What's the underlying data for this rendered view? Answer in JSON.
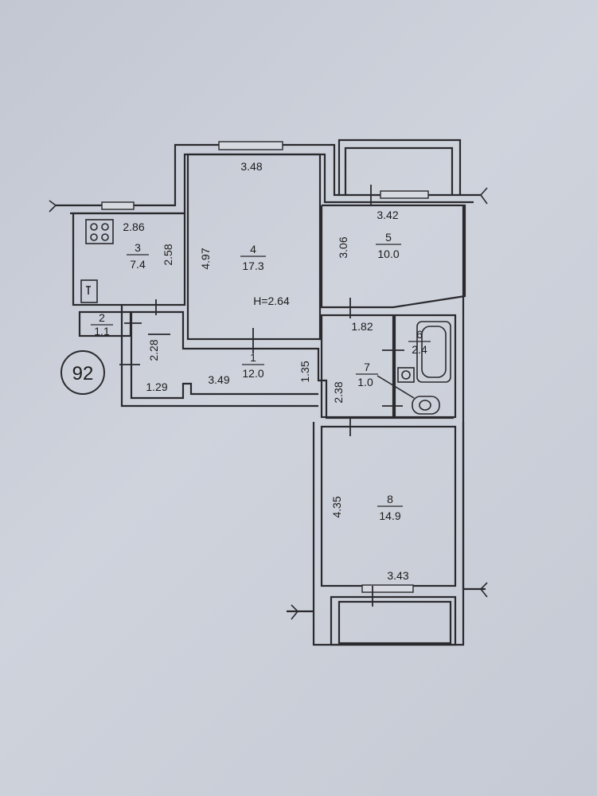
{
  "plan": {
    "apartment_number": "92",
    "ceiling_height": "H=2.64",
    "rooms": [
      {
        "num": "1",
        "area": "12.0"
      },
      {
        "num": "2",
        "area": "1.1"
      },
      {
        "num": "3",
        "area": "7.4"
      },
      {
        "num": "4",
        "area": "17.3"
      },
      {
        "num": "5",
        "area": "10.0"
      },
      {
        "num": "6",
        "area": "2.4"
      },
      {
        "num": "7",
        "area": "1.0"
      },
      {
        "num": "8",
        "area": "14.9"
      }
    ],
    "dimensions": [
      "2.86",
      "2.58",
      "3.48",
      "4.97",
      "3.42",
      "3.06",
      "1.82",
      "2.28",
      "1.29",
      "3.49",
      "1.35",
      "2.38",
      "4.35",
      "3.43"
    ]
  }
}
